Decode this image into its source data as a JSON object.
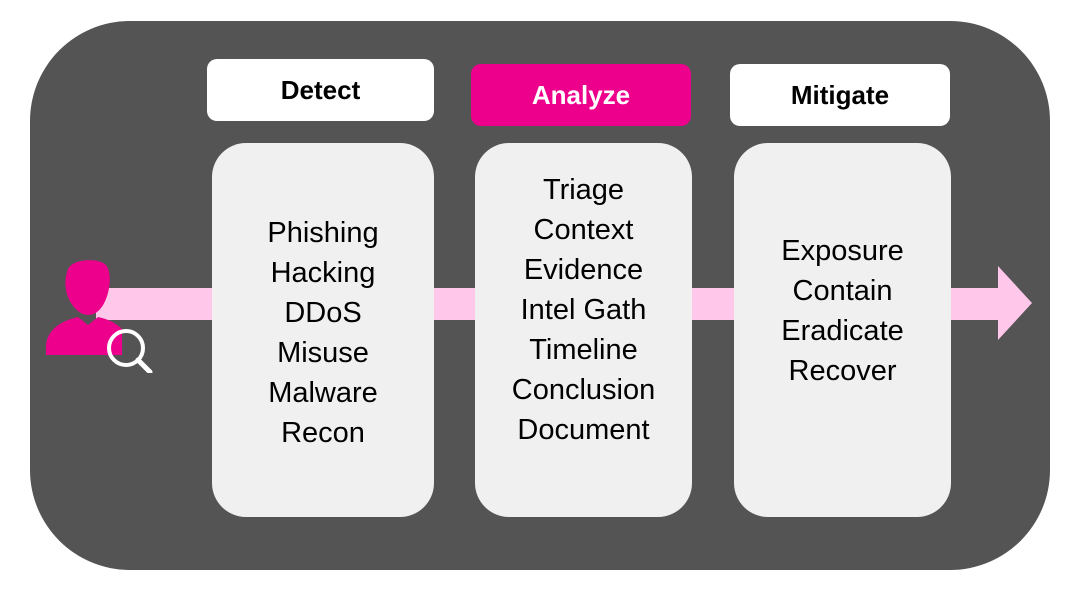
{
  "colors": {
    "panel": "#545454",
    "accent": "#ec008c",
    "arrow": "#ffc8eb",
    "card": "#f0f0f0",
    "header": "#ffffff"
  },
  "actor": {
    "icon": "person-search-icon"
  },
  "stages": [
    {
      "title": "Detect",
      "highlighted": false,
      "items": [
        "Phishing",
        "Hacking",
        "DDoS",
        "Misuse",
        "Malware",
        "Recon"
      ]
    },
    {
      "title": "Analyze",
      "highlighted": true,
      "items": [
        "Triage",
        "Context",
        "Evidence",
        "Intel Gath",
        "Timeline",
        "Conclusion",
        "Document"
      ]
    },
    {
      "title": "Mitigate",
      "highlighted": false,
      "items": [
        "Exposure",
        "Contain",
        "Eradicate",
        "Recover"
      ]
    }
  ]
}
